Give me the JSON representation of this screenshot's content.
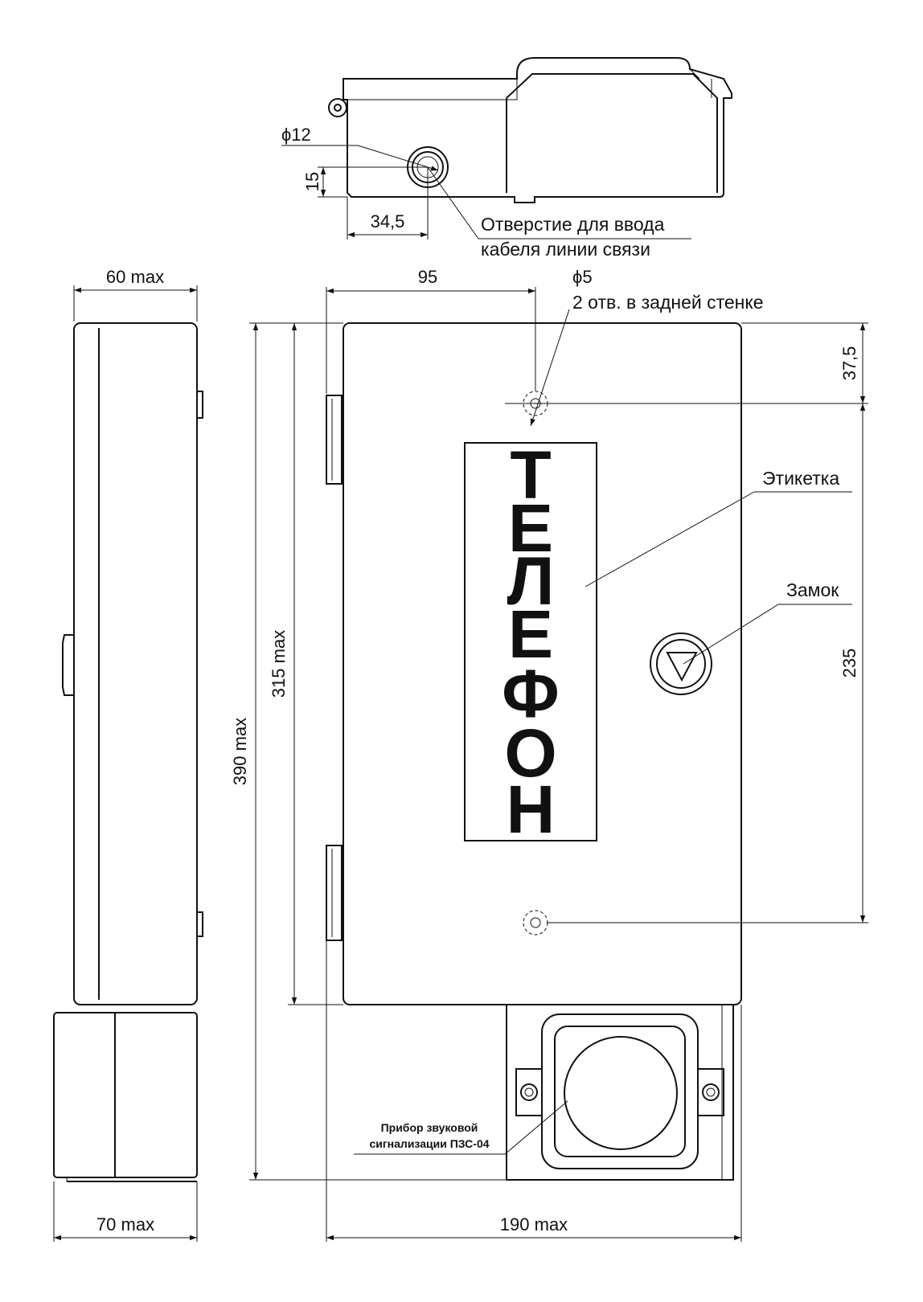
{
  "top_view": {
    "hole_diameter": "ϕ12",
    "hole_height": "15",
    "hole_offset": "34,5",
    "note_line1": "Отверстие для ввода",
    "note_line2": "кабеля линии связи"
  },
  "side_view": {
    "width_top": "60 max",
    "width_bottom": "70 max"
  },
  "front_view": {
    "dim_95": "95",
    "mount_hole_diameter": "ϕ5",
    "mount_hole_note": "2 отв. в задней стенке",
    "dim_37_5": "37,5",
    "dim_235": "235",
    "height_315": "315 max",
    "height_390": "390 max",
    "width_190": "190 max",
    "label_callout": "Этикетка",
    "lock_callout": "Замок",
    "label_letters": [
      "Т",
      "Е",
      "Л",
      "Е",
      "Ф",
      "О",
      "Н"
    ],
    "alarm_line1": "Прибор звуковой",
    "alarm_line2": "сигнализации ПЗС-04"
  }
}
